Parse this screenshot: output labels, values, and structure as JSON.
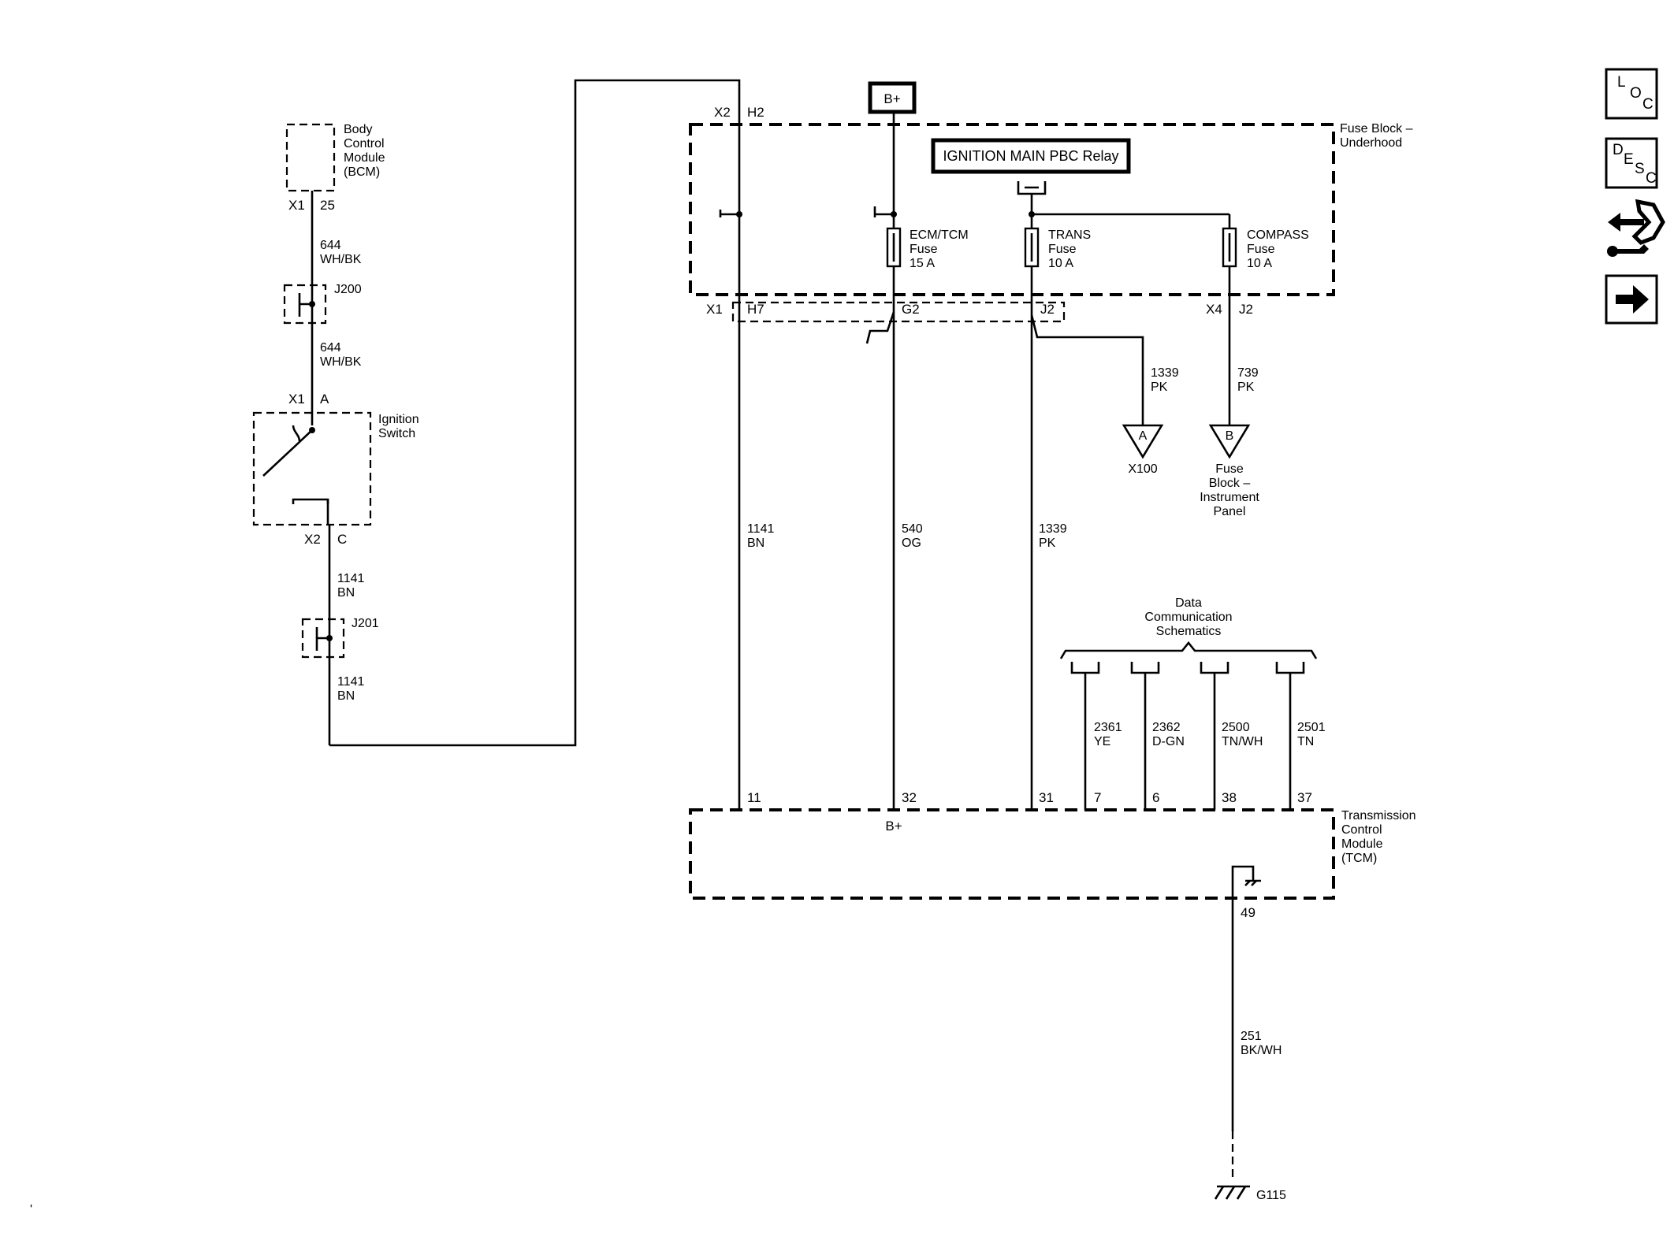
{
  "components": {
    "bcm": {
      "lines": [
        "Body",
        "Control",
        "Module",
        "(BCM)"
      ],
      "connector": "X1",
      "pin": "25"
    },
    "j200": {
      "label": "J200"
    },
    "j201": {
      "label": "J201"
    },
    "ignition_switch": {
      "lines": [
        "Ignition",
        "Switch"
      ],
      "top_connector": "X1",
      "top_pin": "A",
      "bottom_connector": "X2",
      "bottom_pin": "C"
    },
    "fuse_block_underhood": {
      "lines": [
        "Fuse Block –",
        "Underhood"
      ]
    },
    "battery_positive": {
      "label": "B+"
    },
    "relay": {
      "label": "IGNITION MAIN PBC Relay"
    },
    "fuses": [
      {
        "lines": [
          "ECM/TCM",
          "Fuse",
          "15 A"
        ]
      },
      {
        "lines": [
          "TRANS",
          "Fuse",
          "10 A"
        ]
      },
      {
        "lines": [
          "COMPASS",
          "Fuse",
          "10 A"
        ]
      }
    ],
    "tcm": {
      "lines": [
        "Transmission",
        "Control",
        "Module",
        "(TCM)"
      ],
      "b_plus": "B+",
      "ground_pin": "49"
    },
    "data_comm": {
      "lines": [
        "Data",
        "Communication",
        "Schematics"
      ]
    },
    "ground": {
      "label": "G115"
    },
    "offpage_a": {
      "letter": "A",
      "label": "X100"
    },
    "offpage_b": {
      "letter": "B",
      "lines": [
        "Fuse",
        "Block –",
        "Instrument",
        "Panel"
      ]
    }
  },
  "connectors": {
    "fb_top_conn": "X2",
    "fb_top_pin": "H2",
    "fb_bot_left_conn": "X1",
    "fb_bot_h7": "H7",
    "fb_bot_g2": "G2",
    "fb_bot_j2": "J2",
    "fb_bot_right_conn": "X4",
    "fb_bot_right_pin": "J2"
  },
  "wires": {
    "w644a": [
      "644",
      "WH/BK"
    ],
    "w644b": [
      "644",
      "WH/BK"
    ],
    "w1141a": [
      "1141",
      "BN"
    ],
    "w1141b": [
      "1141",
      "BN"
    ],
    "w1141c": [
      "1141",
      "BN"
    ],
    "w540": [
      "540",
      "OG"
    ],
    "w1339a": [
      "1339",
      "PK"
    ],
    "w1339b": [
      "1339",
      "PK"
    ],
    "w739": [
      "739",
      "PK"
    ],
    "w2361": [
      "2361",
      "YE"
    ],
    "w2362": [
      "2362",
      "D-GN"
    ],
    "w2500": [
      "2500",
      "TN/WH"
    ],
    "w2501": [
      "2501",
      "TN"
    ],
    "w251": [
      "251",
      "BK/WH"
    ]
  },
  "tcm_pins": [
    "11",
    "32",
    "31",
    "7",
    "6",
    "38",
    "37"
  ],
  "nav": {
    "loc": [
      "L",
      "O",
      "C"
    ],
    "desc": [
      "D",
      "E",
      "S",
      "C"
    ]
  }
}
